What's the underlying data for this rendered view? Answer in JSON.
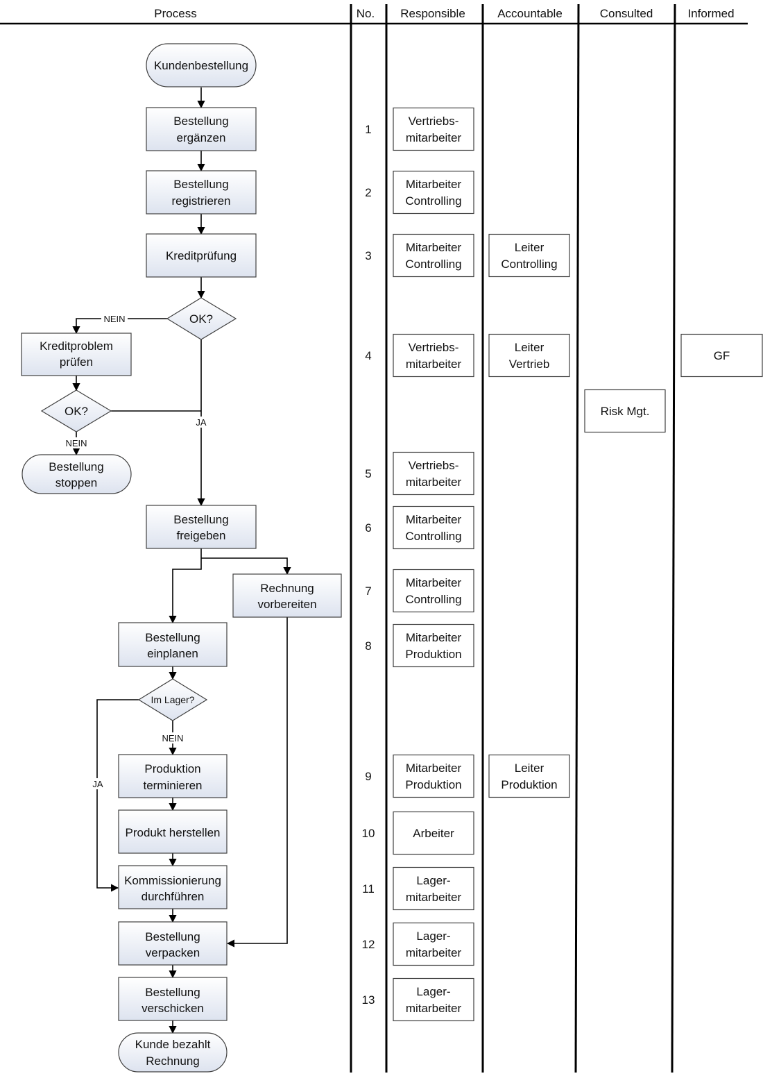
{
  "headers": {
    "process": "Process",
    "no": "No.",
    "responsible": "Responsible",
    "accountable": "Accountable",
    "consulted": "Consulted",
    "informed": "Informed"
  },
  "flow": {
    "start": [
      "Kundenbestellung"
    ],
    "step1": [
      "Bestellung",
      "ergänzen"
    ],
    "step2": [
      "Bestellung",
      "registrieren"
    ],
    "step3": [
      "Kreditprüfung"
    ],
    "decision1": "OK?",
    "credit_check": [
      "Kreditproblem",
      "prüfen"
    ],
    "decision2": "OK?",
    "stop": [
      "Bestellung",
      "stoppen"
    ],
    "release": [
      "Bestellung",
      "freigeben"
    ],
    "invoice": [
      "Rechnung",
      "vorbereiten"
    ],
    "plan": [
      "Bestellung",
      "einplanen"
    ],
    "decision3": "Im Lager?",
    "schedule": [
      "Produktion",
      "terminieren"
    ],
    "produce": [
      "Produkt herstellen"
    ],
    "picking": [
      "Kommissionierung",
      "durchführen"
    ],
    "pack": [
      "Bestellung",
      "verpacken"
    ],
    "ship": [
      "Bestellung",
      "verschicken"
    ],
    "end": [
      "Kunde bezahlt",
      "Rechnung"
    ],
    "labels": {
      "nein_1": "NEIN",
      "ja_1": "JA",
      "nein_2": "NEIN",
      "nein_3": "NEIN",
      "ja_3": "JA"
    }
  },
  "raci_rows": [
    {
      "no": "1",
      "responsible": [
        "Vertriebs-",
        "mitarbeiter"
      ]
    },
    {
      "no": "2",
      "responsible": [
        "Mitarbeiter",
        "Controlling"
      ]
    },
    {
      "no": "3",
      "responsible": [
        "Mitarbeiter",
        "Controlling"
      ],
      "accountable": [
        "Leiter",
        "Controlling"
      ]
    },
    {
      "no": "4",
      "responsible": [
        "Vertriebs-",
        "mitarbeiter"
      ],
      "accountable": [
        "Leiter",
        "Vertrieb"
      ],
      "consulted": [
        "Risk Mgt."
      ],
      "informed": [
        "GF"
      ]
    },
    {
      "no": "5",
      "responsible": [
        "Vertriebs-",
        "mitarbeiter"
      ]
    },
    {
      "no": "6",
      "responsible": [
        "Mitarbeiter",
        "Controlling"
      ]
    },
    {
      "no": "7",
      "responsible": [
        "Mitarbeiter",
        "Controlling"
      ]
    },
    {
      "no": "8",
      "responsible": [
        "Mitarbeiter",
        "Produktion"
      ]
    },
    {
      "no": "9",
      "responsible": [
        "Mitarbeiter",
        "Produktion"
      ],
      "accountable": [
        "Leiter",
        "Produktion"
      ]
    },
    {
      "no": "10",
      "responsible": [
        "Arbeiter"
      ]
    },
    {
      "no": "11",
      "responsible": [
        "Lager-",
        "mitarbeiter"
      ]
    },
    {
      "no": "12",
      "responsible": [
        "Lager-",
        "mitarbeiter"
      ]
    },
    {
      "no": "13",
      "responsible": [
        "Lager-",
        "mitarbeiter"
      ]
    }
  ],
  "colors": {
    "box_top": "#ffffff",
    "box_bottom": "#dde3ef",
    "stroke": "#404040"
  }
}
